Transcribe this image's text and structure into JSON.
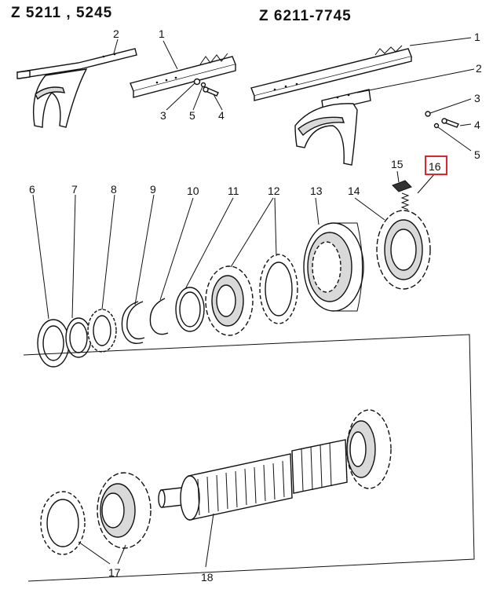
{
  "header": {
    "left_models": "Z  5211 , 5245",
    "right_models": "Z  6211-7745"
  },
  "callouts": {
    "c1a": "1",
    "c2a": "2",
    "c3a": "3",
    "c4a": "4",
    "c5a": "5",
    "c1b": "1",
    "c2b": "2",
    "c3b": "3",
    "c4b": "4",
    "c5b": "5",
    "c6": "6",
    "c7": "7",
    "c8": "8",
    "c9": "9",
    "c10": "10",
    "c11": "11",
    "c12": "12",
    "c13": "13",
    "c14": "14",
    "c15": "15",
    "c16": "16",
    "c17": "17",
    "c18": "18"
  },
  "highlight": {
    "label": "16",
    "color": "#e0252b"
  }
}
